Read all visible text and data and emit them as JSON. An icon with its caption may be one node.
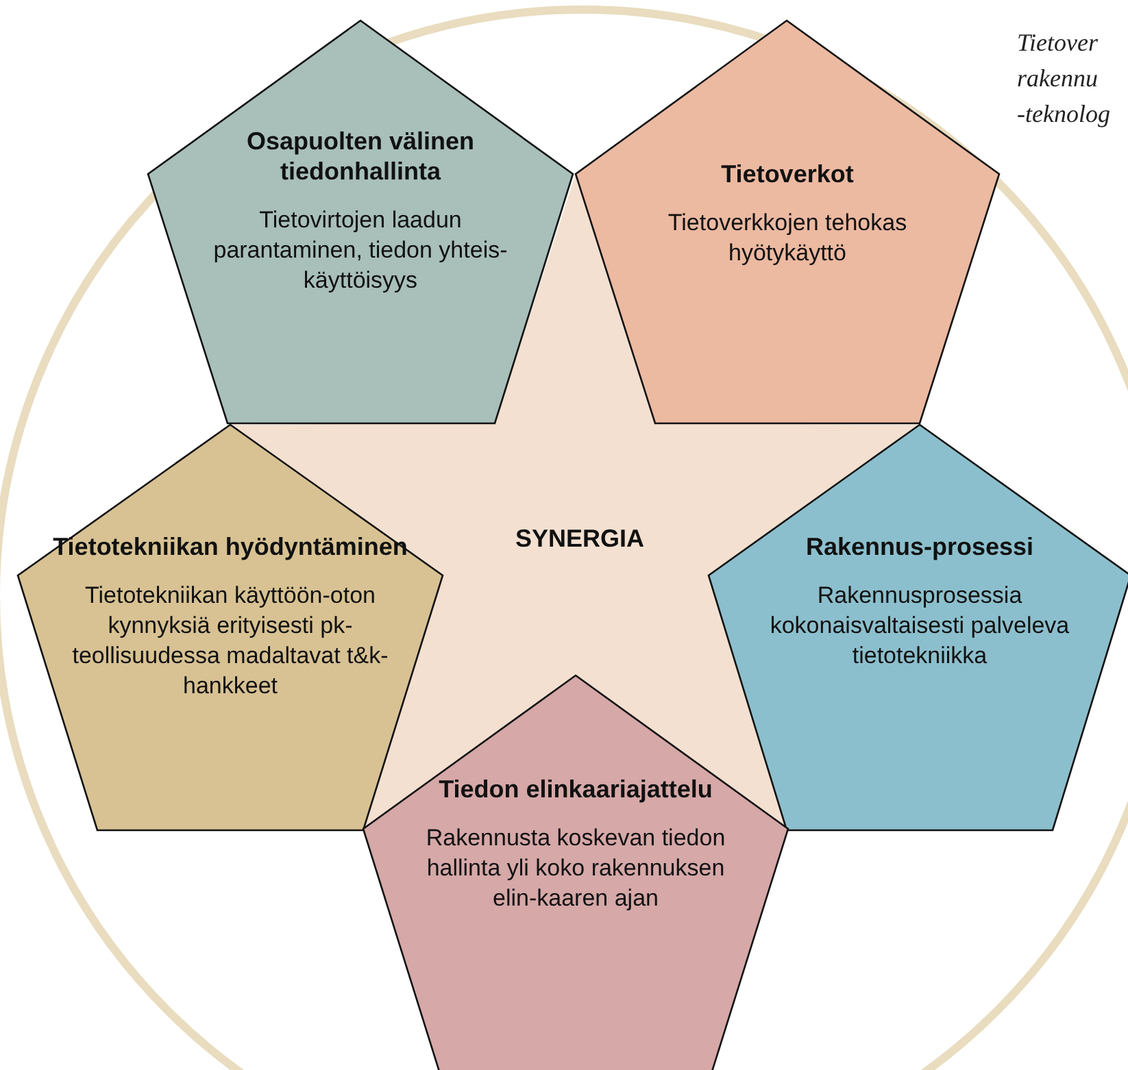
{
  "diagram": {
    "nodes": [
      {
        "text": [
          "SYNERGIA"
        ]
      },
      {
        "text": [
          "Osapuolten välinen tiedonhallinta",
          "Tietovirtojen laadun parantaminen, tiedon yhteis-käyttöisyys"
        ]
      },
      {
        "text": [
          "Tietoverkot",
          "Tietoverkkojen tehokas hyötykäyttö"
        ]
      },
      {
        "text": [
          "Tietotekniikan hyödyntäminen",
          "Tietotekniikan käyttöön-oton kynnyksiä erityisesti pk-teollisuudessa madaltavat t&k-hankkeet"
        ]
      },
      {
        "text": [
          "Rakennus-prosessi",
          "Rakennusprosessia kokonaisvaltaisesti palveleva tietotekniikka"
        ]
      },
      {
        "text": [
          "Tiedon elinkaariajattelu",
          "Rakennusta koskevan tiedon hallinta yli koko rakennuksen elin-kaaren ajan"
        ]
      }
    ],
    "labels": [
      "Tietover",
      "rakennu",
      "-teknolog"
    ]
  }
}
